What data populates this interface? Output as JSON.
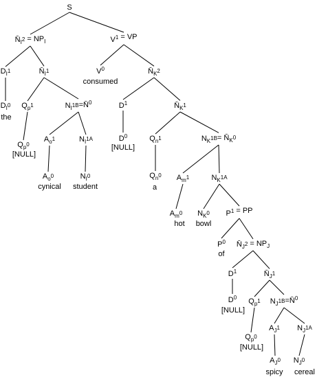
{
  "colors": {
    "category": "#000000",
    "word": "#000080",
    "edge": "#000000",
    "background": "#ffffff"
  },
  "nodes": [
    {
      "id": "n0",
      "parent": null,
      "parts": [
        [
          "S",
          ""
        ]
      ]
    },
    {
      "id": "n1",
      "parent": "n0",
      "parts": [
        [
          "N̄",
          ""
        ],
        [
          "I",
          "sub"
        ],
        [
          "2",
          "sup"
        ],
        [
          " = NP",
          ""
        ],
        [
          "I",
          "sub"
        ]
      ]
    },
    {
      "id": "n2",
      "parent": "n0",
      "parts": [
        [
          "V",
          ""
        ],
        [
          "1",
          "sup"
        ],
        [
          " = VP",
          ""
        ]
      ]
    },
    {
      "id": "n3",
      "parent": "n1",
      "parts": [
        [
          "D",
          ""
        ],
        [
          "I",
          "sub"
        ],
        [
          "1",
          "sup"
        ]
      ]
    },
    {
      "id": "n4",
      "parent": "n1",
      "parts": [
        [
          "N̄",
          ""
        ],
        [
          "I",
          "sub"
        ],
        [
          "1",
          "sup"
        ]
      ]
    },
    {
      "id": "n5",
      "parent": "n2",
      "parts": [
        [
          "V",
          ""
        ],
        [
          "0",
          "sup"
        ]
      ]
    },
    {
      "id": "w_consumed",
      "parent": "n5",
      "word": "consumed",
      "gap": true,
      "color": "#000000"
    },
    {
      "id": "n6",
      "parent": "n2",
      "parts": [
        [
          "N̄",
          ""
        ],
        [
          "K",
          "sub"
        ],
        [
          "2",
          "sup"
        ]
      ]
    },
    {
      "id": "n7",
      "parent": "n3",
      "parts": [
        [
          "D",
          ""
        ],
        [
          "I",
          "sub"
        ],
        [
          "0",
          "sup"
        ]
      ]
    },
    {
      "id": "w_the",
      "parent": "n7",
      "word": "the"
    },
    {
      "id": "n8",
      "parent": "n4",
      "parts": [
        [
          "Q",
          ""
        ],
        [
          "p",
          "sub"
        ],
        [
          "1",
          "sup"
        ]
      ]
    },
    {
      "id": "n9",
      "parent": "n4",
      "parts": [
        [
          "N",
          ""
        ],
        [
          "I",
          "sub"
        ],
        [
          "1B",
          "sup"
        ],
        [
          "=N̄",
          ""
        ],
        [
          "0",
          "sup"
        ]
      ]
    },
    {
      "id": "n10",
      "parent": "n8",
      "parts": [
        [
          "Q",
          ""
        ],
        [
          "p",
          "sub"
        ],
        [
          "0",
          "sup"
        ]
      ]
    },
    {
      "id": "w_null1",
      "parent": "n10",
      "word": "[NULL]"
    },
    {
      "id": "n11",
      "parent": "n9",
      "parts": [
        [
          "A",
          ""
        ],
        [
          "o",
          "sub"
        ],
        [
          "1",
          "sup"
        ]
      ]
    },
    {
      "id": "n12",
      "parent": "n9",
      "parts": [
        [
          "N",
          ""
        ],
        [
          "I",
          "sub"
        ],
        [
          "1A",
          "sup"
        ]
      ]
    },
    {
      "id": "n13",
      "parent": "n11",
      "parts": [
        [
          "A",
          ""
        ],
        [
          "o",
          "sub"
        ],
        [
          "0",
          "sup"
        ]
      ]
    },
    {
      "id": "w_cynical",
      "parent": "n13",
      "word": "cynical"
    },
    {
      "id": "n14",
      "parent": "n12",
      "parts": [
        [
          "N",
          ""
        ],
        [
          "I",
          "sub"
        ],
        [
          "0",
          "sup"
        ]
      ]
    },
    {
      "id": "w_student",
      "parent": "n14",
      "word": "student"
    },
    {
      "id": "n15",
      "parent": "n6",
      "parts": [
        [
          "D",
          ""
        ],
        [
          "1",
          "sup"
        ]
      ]
    },
    {
      "id": "n16",
      "parent": "n6",
      "parts": [
        [
          "N̄",
          ""
        ],
        [
          "K",
          "sub"
        ],
        [
          "1",
          "sup"
        ]
      ]
    },
    {
      "id": "n17",
      "parent": "n15",
      "parts": [
        [
          "D",
          ""
        ],
        [
          "0",
          "sup"
        ]
      ]
    },
    {
      "id": "w_null2",
      "parent": "n17",
      "word": "[NULL]"
    },
    {
      "id": "n18",
      "parent": "n16",
      "parts": [
        [
          "Q",
          ""
        ],
        [
          "n",
          "sub"
        ],
        [
          "1",
          "sup"
        ]
      ]
    },
    {
      "id": "n19",
      "parent": "n16",
      "parts": [
        [
          "N",
          ""
        ],
        [
          "K",
          "sub"
        ],
        [
          "1B",
          "sup"
        ],
        [
          "= N̄",
          ""
        ],
        [
          "K",
          "sub"
        ],
        [
          "0",
          "sup"
        ]
      ]
    },
    {
      "id": "n20",
      "parent": "n18",
      "parts": [
        [
          "Q",
          ""
        ],
        [
          "n",
          "sub"
        ],
        [
          "0",
          "sup"
        ]
      ]
    },
    {
      "id": "w_a",
      "parent": "n20",
      "word": "a"
    },
    {
      "id": "n21",
      "parent": "n19",
      "parts": [
        [
          "A",
          ""
        ],
        [
          "m",
          "sub"
        ],
        [
          "1",
          "sup"
        ]
      ]
    },
    {
      "id": "n22",
      "parent": "n19",
      "parts": [
        [
          "N",
          ""
        ],
        [
          "K",
          "sub"
        ],
        [
          "1A",
          "sup"
        ]
      ]
    },
    {
      "id": "n23",
      "parent": "n21",
      "parts": [
        [
          "A",
          ""
        ],
        [
          "m",
          "sub"
        ],
        [
          "0",
          "sup"
        ]
      ]
    },
    {
      "id": "w_hot",
      "parent": "n23",
      "word": "hot"
    },
    {
      "id": "n24",
      "parent": "n22",
      "parts": [
        [
          "N",
          ""
        ],
        [
          "K",
          "sub"
        ],
        [
          "0",
          "sup"
        ]
      ]
    },
    {
      "id": "w_bowl",
      "parent": "n24",
      "word": "bowl"
    },
    {
      "id": "n25",
      "parent": "n22",
      "parts": [
        [
          "P",
          ""
        ],
        [
          "1",
          "sup"
        ],
        [
          " = PP",
          ""
        ]
      ]
    },
    {
      "id": "n26",
      "parent": "n25",
      "parts": [
        [
          "P",
          ""
        ],
        [
          "0",
          "sup"
        ]
      ]
    },
    {
      "id": "w_of",
      "parent": "n26",
      "word": "of"
    },
    {
      "id": "n27",
      "parent": "n25",
      "parts": [
        [
          "N̄",
          ""
        ],
        [
          "J",
          "sub"
        ],
        [
          "2",
          "sup"
        ],
        [
          " = NP",
          ""
        ],
        [
          "J",
          "sub"
        ]
      ]
    },
    {
      "id": "n28",
      "parent": "n27",
      "parts": [
        [
          "D",
          ""
        ],
        [
          "1",
          "sup"
        ]
      ]
    },
    {
      "id": "n29",
      "parent": "n27",
      "parts": [
        [
          "N̄",
          ""
        ],
        [
          "J",
          "sub"
        ],
        [
          "1",
          "sup"
        ]
      ]
    },
    {
      "id": "n30",
      "parent": "n28",
      "parts": [
        [
          "D",
          ""
        ],
        [
          "0",
          "sup"
        ]
      ]
    },
    {
      "id": "w_null3",
      "parent": "n30",
      "word": "[NULL]"
    },
    {
      "id": "n31",
      "parent": "n29",
      "parts": [
        [
          "Q",
          ""
        ],
        [
          "p",
          "sub"
        ],
        [
          "1",
          "sup"
        ]
      ]
    },
    {
      "id": "n32",
      "parent": "n29",
      "parts": [
        [
          "N",
          ""
        ],
        [
          "J",
          "sub"
        ],
        [
          "1B",
          "sup"
        ],
        [
          "=N̄",
          ""
        ],
        [
          "0",
          "sup"
        ]
      ]
    },
    {
      "id": "n33",
      "parent": "n31",
      "parts": [
        [
          "Q",
          ""
        ],
        [
          "p",
          "sub"
        ],
        [
          "0",
          "sup"
        ]
      ]
    },
    {
      "id": "w_null4",
      "parent": "n33",
      "word": "[NULL]"
    },
    {
      "id": "n34",
      "parent": "n32",
      "parts": [
        [
          "A",
          ""
        ],
        [
          "J",
          "sub"
        ],
        [
          "1",
          "sup"
        ]
      ]
    },
    {
      "id": "n35",
      "parent": "n32",
      "parts": [
        [
          "N",
          ""
        ],
        [
          "J",
          "sub"
        ],
        [
          "1A",
          "sup"
        ]
      ]
    },
    {
      "id": "n36",
      "parent": "n34",
      "parts": [
        [
          "A",
          ""
        ],
        [
          "J",
          "sub"
        ],
        [
          "0",
          "sup"
        ]
      ]
    },
    {
      "id": "w_spicy",
      "parent": "n36",
      "word": "spicy"
    },
    {
      "id": "n37",
      "parent": "n35",
      "parts": [
        [
          "N",
          ""
        ],
        [
          "J",
          "sub"
        ],
        [
          "0",
          "sup"
        ]
      ]
    },
    {
      "id": "w_cereal",
      "parent": "n37",
      "word": "cereal"
    }
  ]
}
